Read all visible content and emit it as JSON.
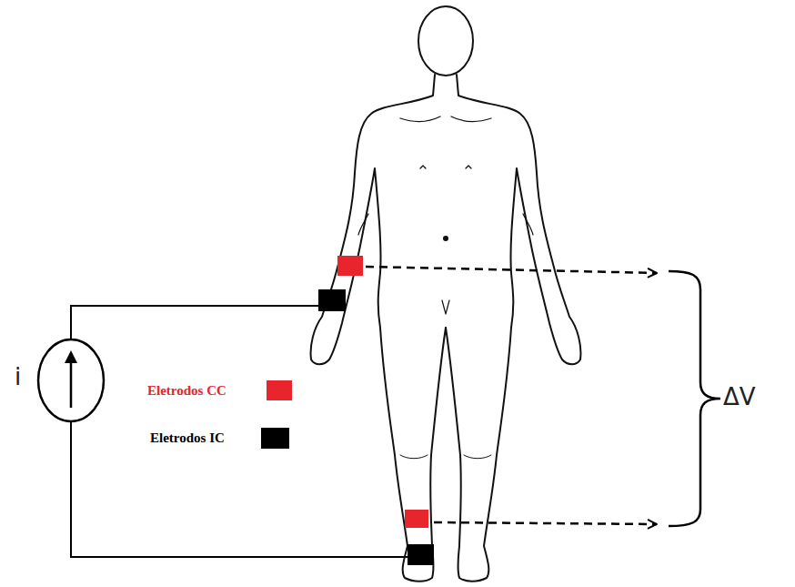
{
  "diagram": {
    "labels": [
      "i",
      "ΔV"
    ],
    "legend": [
      {
        "text": "Eletrodos CC",
        "color": "#e8242c"
      },
      {
        "text": "Eletrodos IC",
        "color": "#000000"
      }
    ]
  }
}
